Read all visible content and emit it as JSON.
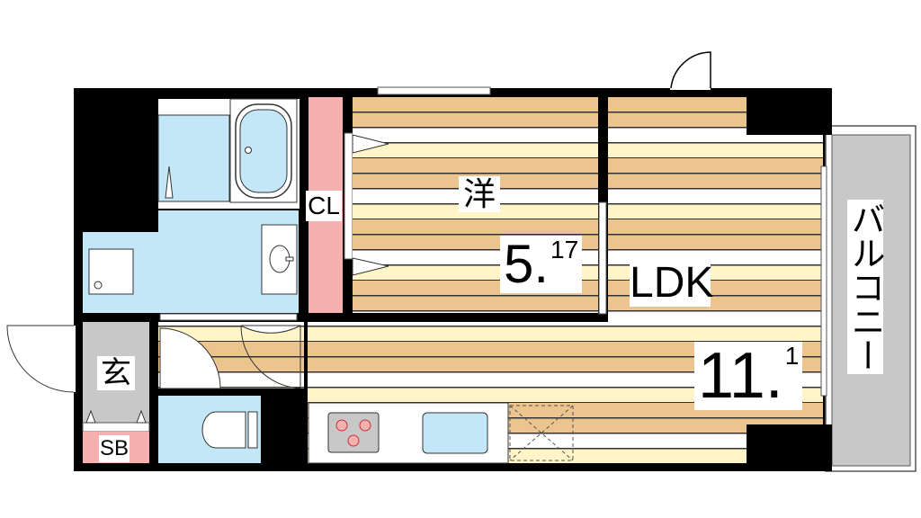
{
  "rooms": {
    "western": {
      "label": "洋",
      "size_main": "5.",
      "size_sup": "17"
    },
    "ldk": {
      "label": "LDK",
      "size_main": "11.",
      "size_sup": "1"
    },
    "closet": {
      "label": "CL"
    },
    "entrance": {
      "label": "玄"
    },
    "shoebox": {
      "label": "SB"
    },
    "balcony": {
      "label": "バルコニー"
    }
  },
  "colors": {
    "wall": "#000000",
    "wet_area": "#c3e7f7",
    "storage": "#f6b0b0",
    "floor_tan": "#ecc48e",
    "floor_cream": "#fff5c8",
    "entrance_gray": "#c8c8c8"
  },
  "icons": [
    "door-swing-icon",
    "bathtub-icon",
    "sink-icon",
    "washing-machine-icon",
    "toilet-icon",
    "stove-icon",
    "kitchen-sink-icon",
    "refrigerator-space-icon"
  ]
}
